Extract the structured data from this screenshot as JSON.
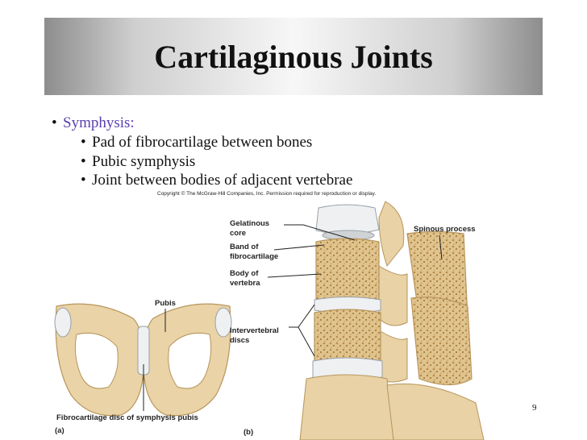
{
  "slide": {
    "title": "Cartilaginous Joints",
    "page_number": "9"
  },
  "bullets": {
    "symphysis": "Symphysis:",
    "items": [
      "Pad of fibrocartilage between bones",
      "Pubic symphysis",
      "Joint between bodies of adjacent vertebrae"
    ]
  },
  "figure": {
    "copyright": "Copyright © The McGraw-Hill Companies, Inc. Permission required for reproduction or display.",
    "labels": {
      "pubis": "Pubis",
      "fibrocartilage_disc": "Fibrocartilage disc of symphysis pubis",
      "panel_a": "(a)",
      "panel_b": "(b)",
      "gelatinous_core_1": "Gelatinous",
      "gelatinous_core_2": "core",
      "band_1": "Band of",
      "band_2": "fibrocartilage",
      "body_1": "Body of",
      "body_2": "vertebra",
      "discs_1": "Intervertebral",
      "discs_2": "discs",
      "spinous_process": "Spinous process"
    }
  },
  "colors": {
    "bone": "#e8d2a6",
    "bone_dark": "#c9ab74",
    "cartilage": "#eef0f2",
    "spongy": "#d6b57d",
    "symphysis_text": "#5a3fb0"
  }
}
